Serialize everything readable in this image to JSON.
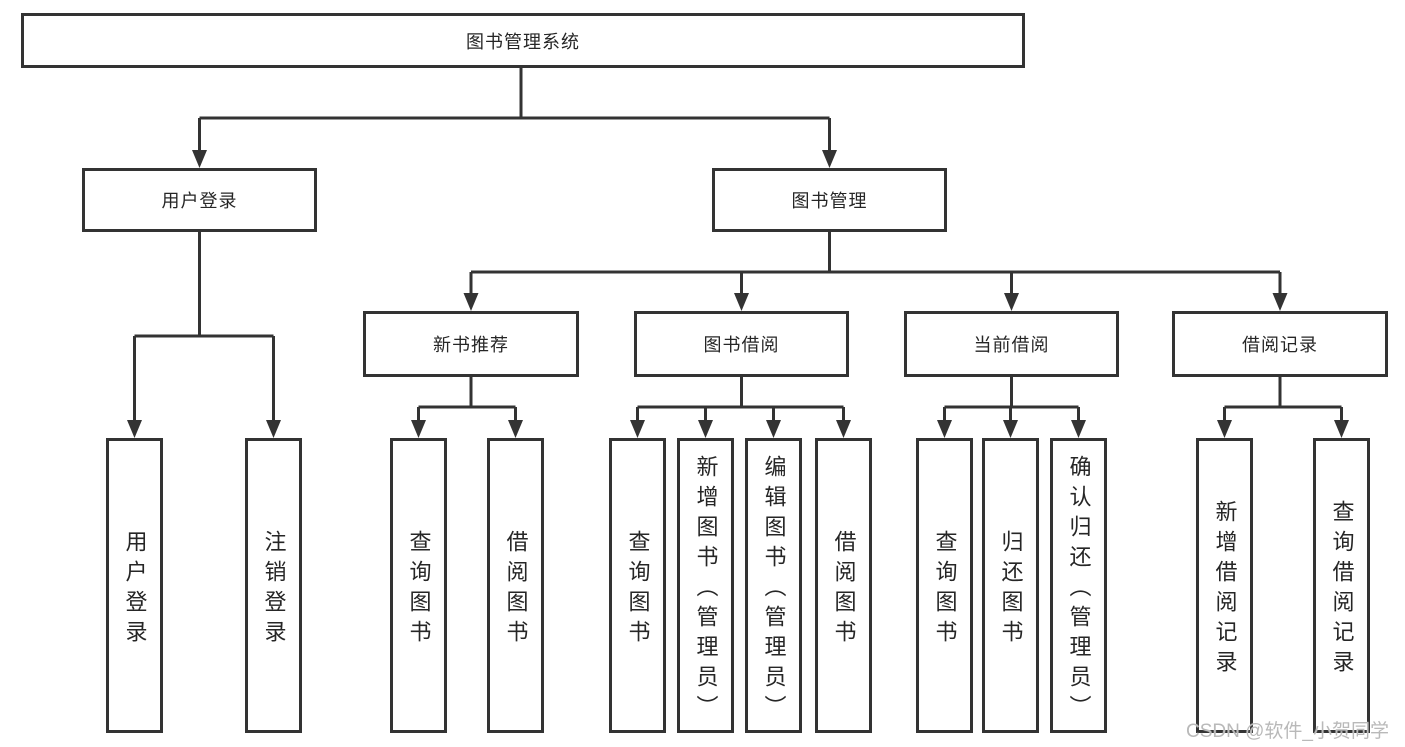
{
  "diagram_title": "图书管理系统",
  "nodes": {
    "root": {
      "label": "图书管理系统"
    },
    "user_login": {
      "label": "用户登录"
    },
    "book_mgmt": {
      "label": "图书管理"
    },
    "new_book_rec": {
      "label": "新书推荐"
    },
    "book_borrow": {
      "label": "图书借阅"
    },
    "current_borrow": {
      "label": "当前借阅"
    },
    "borrow_record": {
      "label": "借阅记录"
    },
    "user_login_leaf": {
      "label": "用户登录"
    },
    "logout_leaf": {
      "label": "注销登录"
    },
    "rec_query_book": {
      "label": "查询图书"
    },
    "rec_borrow_book": {
      "label": "借阅图书"
    },
    "borrow_query_book": {
      "label": "查询图书"
    },
    "borrow_add_book": {
      "label": "新增图书（管理员）"
    },
    "borrow_edit_book": {
      "label": "编辑图书（管理员）"
    },
    "borrow_borrow_book": {
      "label": "借阅图书"
    },
    "current_query_book": {
      "label": "查询图书"
    },
    "current_return_book": {
      "label": "归还图书"
    },
    "current_confirm_return": {
      "label": "确认归还（管理员）"
    },
    "record_add": {
      "label": "新增借阅记录"
    },
    "record_query": {
      "label": "查询借阅记录"
    }
  },
  "edges": [
    {
      "from": "root",
      "to": [
        "user_login",
        "book_mgmt"
      ]
    },
    {
      "from": "user_login",
      "to": [
        "user_login_leaf",
        "logout_leaf"
      ]
    },
    {
      "from": "book_mgmt",
      "to": [
        "new_book_rec",
        "book_borrow",
        "current_borrow",
        "borrow_record"
      ]
    },
    {
      "from": "new_book_rec",
      "to": [
        "rec_query_book",
        "rec_borrow_book"
      ]
    },
    {
      "from": "book_borrow",
      "to": [
        "borrow_query_book",
        "borrow_add_book",
        "borrow_edit_book",
        "borrow_borrow_book"
      ]
    },
    {
      "from": "current_borrow",
      "to": [
        "current_query_book",
        "current_return_book",
        "current_confirm_return"
      ]
    },
    {
      "from": "borrow_record",
      "to": [
        "record_add",
        "record_query"
      ]
    }
  ],
  "watermark": {
    "text": "CSDN @软件_小贺同学"
  },
  "colors": {
    "background": "#ffffff",
    "box_border": "#333333",
    "line": "#333333",
    "text": "#262626",
    "watermark": "#b9b9b9"
  }
}
